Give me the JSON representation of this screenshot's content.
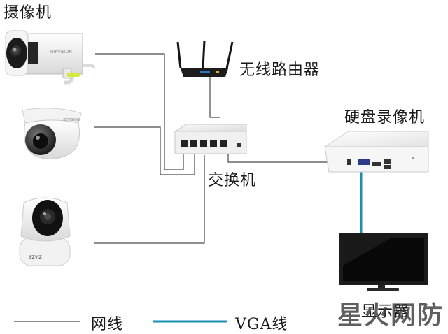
{
  "labels": {
    "camera": "摄像机",
    "router": "无线路由器",
    "nvr": "硬盘录像机",
    "switch": "交换机",
    "monitor": "显示器"
  },
  "legend": {
    "network_line": "网线",
    "vga_line": "VGA线"
  },
  "brand_text": {
    "bullet_camera": "HIKVISION",
    "dome_camera": "HIKVISION",
    "pt_camera": "EZVIZ"
  },
  "watermark": "星火网防",
  "colors": {
    "network_line": "#4a4a4a",
    "vga_line": "#1a8fb5"
  }
}
